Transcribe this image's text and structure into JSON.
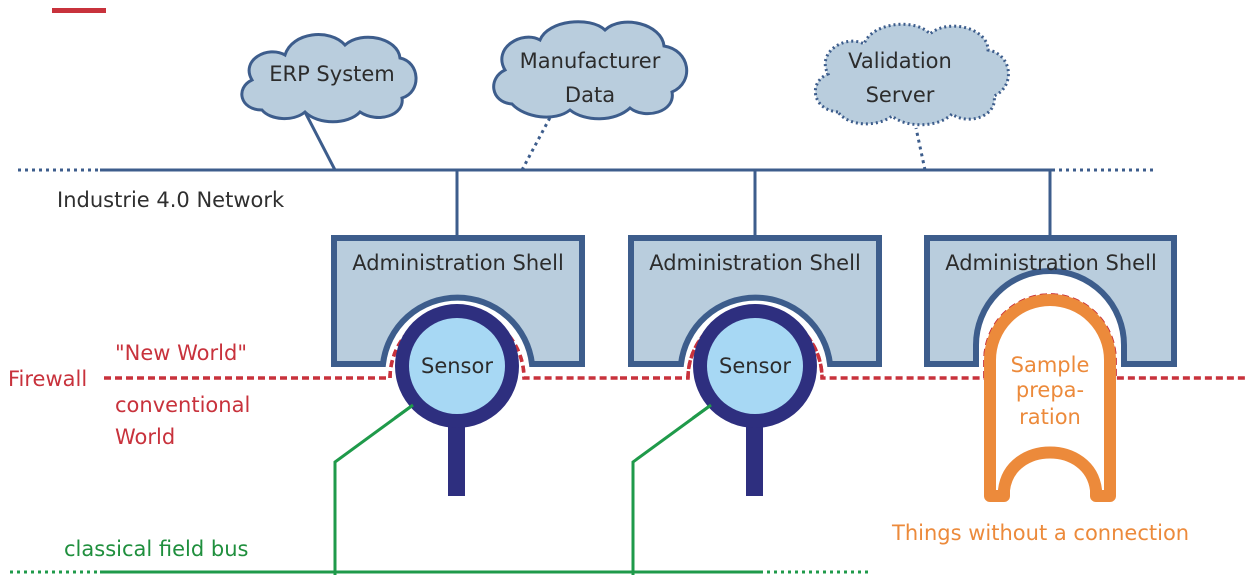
{
  "clouds": {
    "erp": {
      "label": "ERP System"
    },
    "manufacturer": {
      "line1": "Manufacturer",
      "line2": "Data"
    },
    "validation": {
      "line1": "Validation",
      "line2": "Server"
    }
  },
  "network": {
    "label": "Industrie 4.0 Network"
  },
  "shells": [
    {
      "label": "Administration Shell"
    },
    {
      "label": "Administration Shell"
    },
    {
      "label": "Administration Shell"
    }
  ],
  "sensors": [
    {
      "label": "Sensor"
    },
    {
      "label": "Sensor"
    }
  ],
  "sample": {
    "line1": "Sample",
    "line2": "prepa-",
    "line3": "-",
    "line4": "ration"
  },
  "firewall": {
    "label": "Firewall",
    "new_world": "\"New World\"",
    "conventional_line1": "conventional",
    "conventional_line2": "World"
  },
  "fieldbus": {
    "label": "classical field bus"
  },
  "things": {
    "label": "Things without a connection"
  },
  "colors": {
    "network": "#3d5d8c",
    "shell_fill": "#b9cddd",
    "shell_stroke": "#3d5d8c",
    "cloud_fill": "#b9cddd",
    "sensor_fill": "#a7d8f4",
    "sensor_ring": "#2e2f7f",
    "firewall": "#c8323c",
    "fieldbus": "#1f9a4a",
    "sample": "#ec8a3b",
    "accent": "#c8323c"
  }
}
